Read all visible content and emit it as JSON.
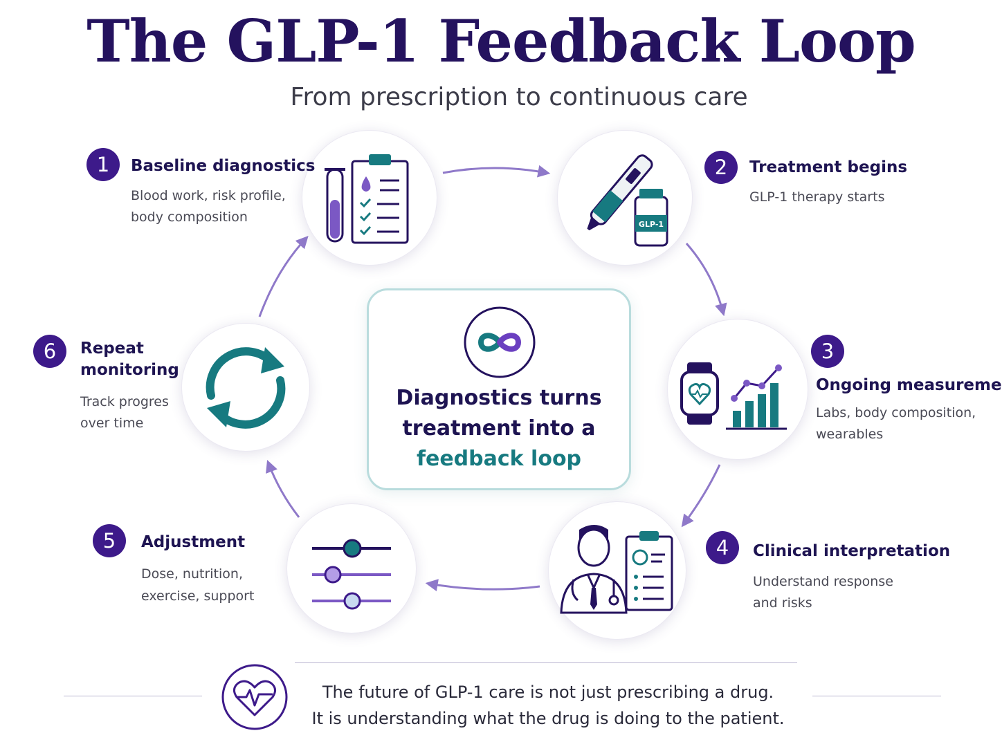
{
  "header": {
    "title": "The GLP-1 Feedback Loop",
    "subtitle": "From prescription to continuous care"
  },
  "center": {
    "line1": "Diagnostics turns",
    "line2": "treatment into a",
    "line3": "feedback loop",
    "icon": "infinity-icon"
  },
  "steps": [
    {
      "number": "1",
      "title": "Baseline diagnostics",
      "desc1": "Blood work, risk profile,",
      "desc2": "body composition",
      "icon": "test-tube-clipboard-icon"
    },
    {
      "number": "2",
      "title": "Treatment begins",
      "desc1": "GLP-1 therapy starts",
      "desc2": "",
      "icon": "injection-pen-vial-icon",
      "vial_label": "GLP-1"
    },
    {
      "number": "3",
      "title": "Ongoing measurement",
      "desc1": "Labs, body composition,",
      "desc2": "wearables",
      "icon": "smartwatch-chart-icon"
    },
    {
      "number": "4",
      "title": "Clinical interpretation",
      "desc1": "Understand response",
      "desc2": "and risks",
      "icon": "doctor-report-icon"
    },
    {
      "number": "5",
      "title": "Adjustment",
      "desc1": "Dose, nutrition,",
      "desc2": "exercise, support",
      "icon": "sliders-icon"
    },
    {
      "number": "6",
      "title1": "Repeat",
      "title2": "monitoring",
      "desc1": "Track progres",
      "desc2": "over time",
      "icon": "refresh-cycle-icon"
    }
  ],
  "footer": {
    "line1": "The future of GLP-1 care is not just prescribing a drug.",
    "line2": "It is understanding what the drug is doing to the patient.",
    "icon": "heart-pulse-icon"
  },
  "colors": {
    "navy": "#24125e",
    "purple": "#3d1a8a",
    "lavender": "#8f79c9",
    "teal": "#177a80"
  }
}
